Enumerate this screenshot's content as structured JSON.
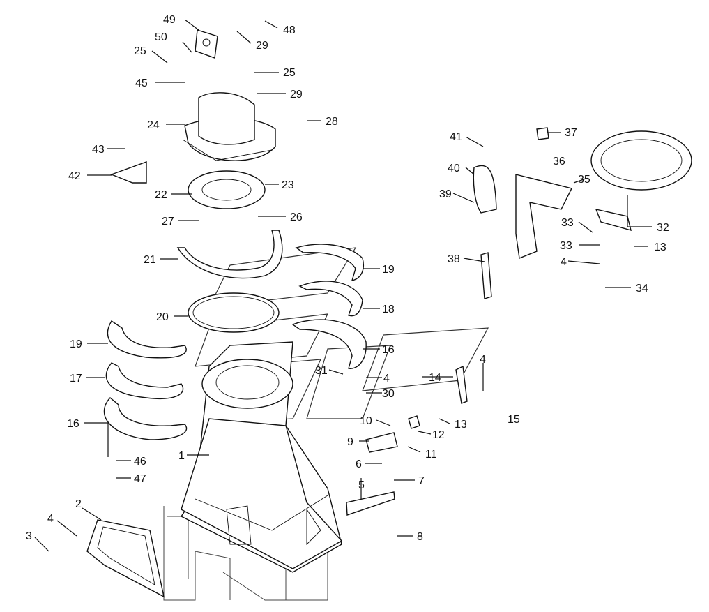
{
  "callouts": [
    {
      "id": "c49",
      "text": "49"
    },
    {
      "id": "c48",
      "text": "48"
    },
    {
      "id": "c50",
      "text": "50"
    },
    {
      "id": "c29a",
      "text": "29"
    },
    {
      "id": "c25a",
      "text": "25"
    },
    {
      "id": "c25b",
      "text": "25"
    },
    {
      "id": "c45",
      "text": "45"
    },
    {
      "id": "c29b",
      "text": "29"
    },
    {
      "id": "c28",
      "text": "28"
    },
    {
      "id": "c24",
      "text": "24"
    },
    {
      "id": "c43",
      "text": "43"
    },
    {
      "id": "c42",
      "text": "42"
    },
    {
      "id": "c22",
      "text": "22"
    },
    {
      "id": "c23",
      "text": "23"
    },
    {
      "id": "c27",
      "text": "27"
    },
    {
      "id": "c26",
      "text": "26"
    },
    {
      "id": "c21",
      "text": "21"
    },
    {
      "id": "c20",
      "text": "20"
    },
    {
      "id": "c19a",
      "text": "19"
    },
    {
      "id": "c17",
      "text": "17"
    },
    {
      "id": "c16a",
      "text": "16"
    },
    {
      "id": "c46",
      "text": "46"
    },
    {
      "id": "c47",
      "text": "47"
    },
    {
      "id": "c19b",
      "text": "19"
    },
    {
      "id": "c18",
      "text": "18"
    },
    {
      "id": "c16b",
      "text": "16"
    },
    {
      "id": "c31",
      "text": "31"
    },
    {
      "id": "c4a",
      "text": "4"
    },
    {
      "id": "c30",
      "text": "30"
    },
    {
      "id": "c14",
      "text": "14"
    },
    {
      "id": "c4b",
      "text": "4"
    },
    {
      "id": "c15",
      "text": "15"
    },
    {
      "id": "c10",
      "text": "10"
    },
    {
      "id": "c13a",
      "text": "13"
    },
    {
      "id": "c12",
      "text": "12"
    },
    {
      "id": "c9",
      "text": "9"
    },
    {
      "id": "c11",
      "text": "11"
    },
    {
      "id": "c6",
      "text": "6"
    },
    {
      "id": "c7",
      "text": "7"
    },
    {
      "id": "c5",
      "text": "5"
    },
    {
      "id": "c8",
      "text": "8"
    },
    {
      "id": "c1",
      "text": "1"
    },
    {
      "id": "c2",
      "text": "2"
    },
    {
      "id": "c4c",
      "text": "4"
    },
    {
      "id": "c3",
      "text": "3"
    },
    {
      "id": "c41",
      "text": "41"
    },
    {
      "id": "c37",
      "text": "37"
    },
    {
      "id": "c36",
      "text": "36"
    },
    {
      "id": "c40",
      "text": "40"
    },
    {
      "id": "c35",
      "text": "35"
    },
    {
      "id": "c39",
      "text": "39"
    },
    {
      "id": "c32",
      "text": "32"
    },
    {
      "id": "c33a",
      "text": "33"
    },
    {
      "id": "c33b",
      "text": "33"
    },
    {
      "id": "c13b",
      "text": "13"
    },
    {
      "id": "c38",
      "text": "38"
    },
    {
      "id": "c4d",
      "text": "4"
    },
    {
      "id": "c34",
      "text": "34"
    }
  ]
}
